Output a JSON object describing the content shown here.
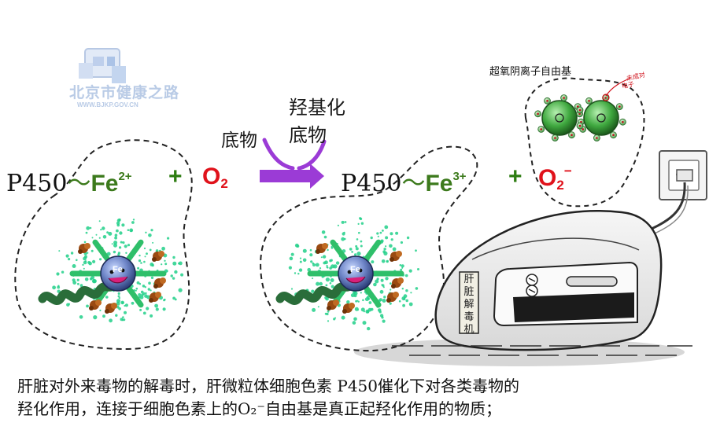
{
  "logo": {
    "text": "北京市健康之路",
    "url": "WWW.BJKP.GOV.CN"
  },
  "reactant": {
    "enzyme": "P450",
    "tilde": "〜",
    "iron": "Fe",
    "iron_charge": "2+",
    "plus": "+",
    "oxygen": "O",
    "oxygen_sub": "2"
  },
  "arrow": {
    "substrate_label": "底物",
    "product_label_line1": "羟基化",
    "product_label_line2": "底物"
  },
  "product": {
    "enzyme": "P450",
    "tilde": "〜",
    "iron": "Fe",
    "iron_charge": "3+",
    "plus": "+",
    "oxygen": "O",
    "oxygen_sub": "2",
    "oxygen_charge": "−"
  },
  "superoxide": {
    "title": "超氧阴离子自由基",
    "unpaired_label_line1": "未成对",
    "unpaired_label_line2": "电子"
  },
  "molecule_core_label": "Fe",
  "machine_label": [
    "肝",
    "脏",
    "解",
    "毒",
    "机"
  ],
  "caption": {
    "line1": "肝脏对外来毒物的解毒时，肝微粒体细胞色素 P450催化下对各类毒物的",
    "line2": "羟化作用，连接于细胞色素上的O₂⁻自由基是真正起羟化作用的物质；"
  },
  "colors": {
    "iron_green": "#3c7a1c",
    "oxygen_red": "#e0121b",
    "arrow_purple": "#9b3bd6",
    "dot_green": "#22d08a",
    "sphere_green": "#3fa83f"
  }
}
